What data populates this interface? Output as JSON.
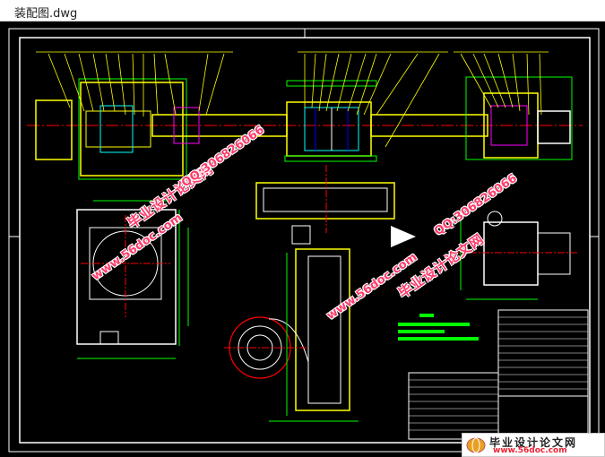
{
  "window": {
    "title": "装配图.dwg"
  },
  "watermark": {
    "cn_text": "毕业设计论文网",
    "url_text": "www.56doc.com",
    "qq_text": "QQ:306826066"
  },
  "brand": {
    "cn_text": "毕业设计论文网",
    "url_text": "www.56doc.com"
  },
  "colors": {
    "canvas_bg": "#000000",
    "frame": "#ffffff",
    "outline_yellow": "#ffff00",
    "dim_green": "#00ff00",
    "center_red": "#ff0000",
    "hatch_blue": "#0000ff",
    "watermark": "#ff3b6b"
  }
}
